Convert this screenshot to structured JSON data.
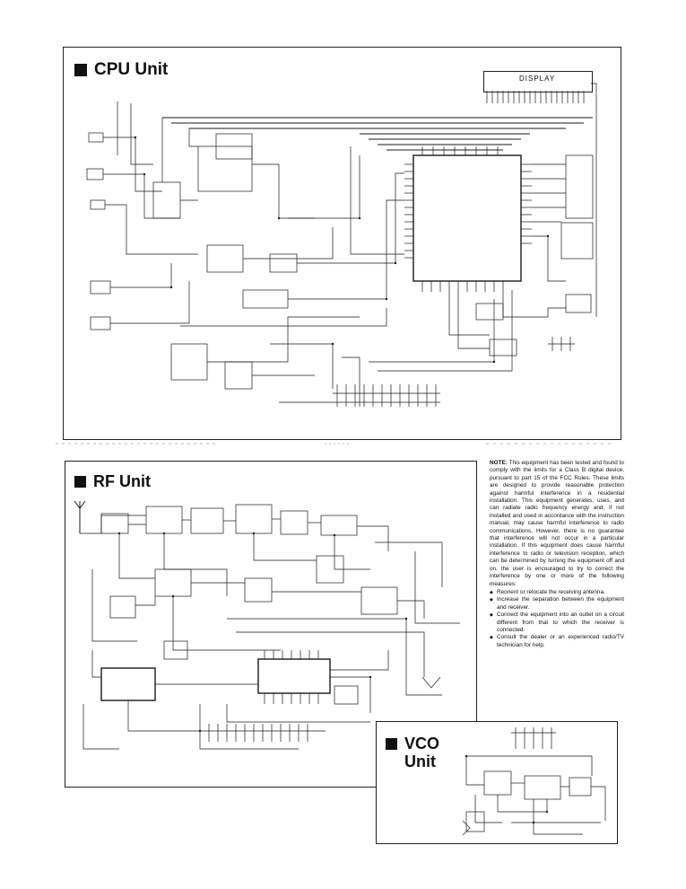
{
  "panels": {
    "cpu": {
      "title": "CPU Unit",
      "display_label": "DISPLAY"
    },
    "rf": {
      "title": "RF Unit"
    },
    "vco": {
      "title_line1": "VCO",
      "title_line2": "Unit"
    }
  },
  "note": {
    "lead": "NOTE:",
    "body": "This equipment has been tested and found to comply with the limits for a Class B digital device, pursuant to part 15 of the FCC Rules. These limits are designed to provide reasonable protection against harmful interference in a residential installation. This equipment generates, uses, and can radiate radio frequency energy and, if not installed and used in accordance with the instruction manual, may cause harmful interference to radio communications. However, there is no guarantee that interference will not occur in a particular installation. If this equipment does cause harmful interference to radio or television reception, which can be determined by turning the equipment off and on, the user is encouraged to try to correct the interference by one or more of the following measures:",
    "measures": [
      "Reorient or relocate the receiving antenna.",
      "Increase the separation between the equipment and receiver.",
      "Connect the equipment into an outlet on a circuit different from that to which the receiver is connected.",
      "Consult the dealer or an experienced radio/TV technician for help."
    ]
  },
  "icons": {
    "title_marker": "filled-square-icon"
  },
  "colors": {
    "ink": "#111111",
    "paper": "#ffffff"
  }
}
